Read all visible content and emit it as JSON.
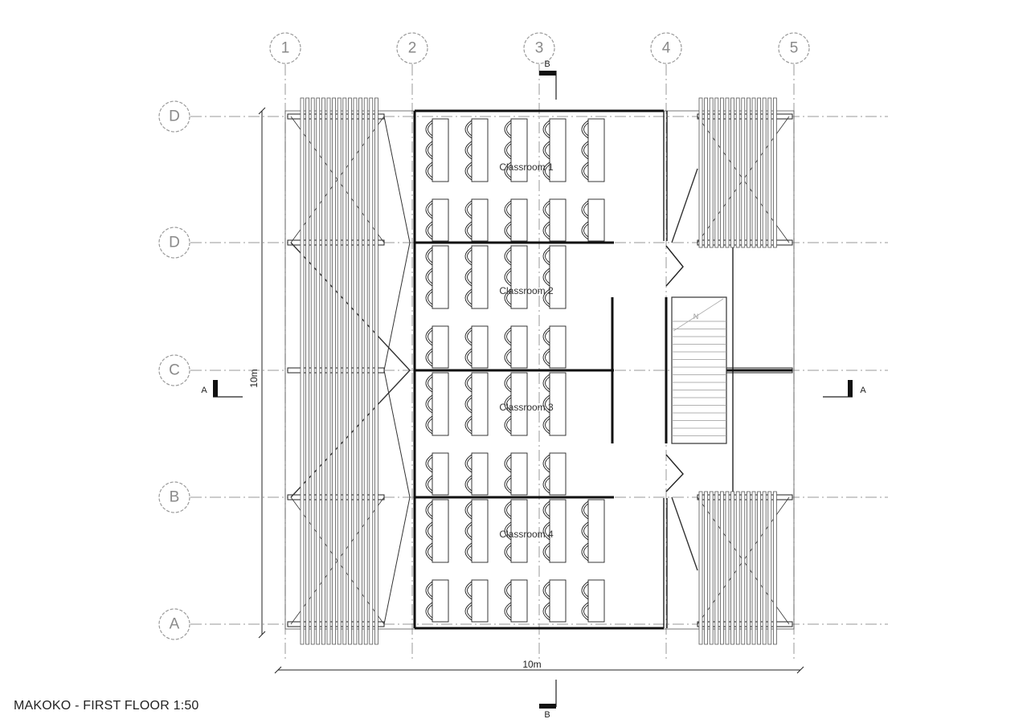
{
  "title": "MAKOKO - FIRST FLOOR 1:50",
  "grid": {
    "columns": [
      "1",
      "2",
      "3",
      "4",
      "5"
    ],
    "rows": [
      "D",
      "D",
      "C",
      "B",
      "A"
    ]
  },
  "rooms": [
    "Classroom 1",
    "Classroom 2",
    "Classroom 3",
    "Classroom 4"
  ],
  "dimensions": {
    "width": "10m",
    "height": "10m"
  },
  "section_marks": {
    "section_a": "A",
    "section_b": "B"
  },
  "stair_label": "N"
}
